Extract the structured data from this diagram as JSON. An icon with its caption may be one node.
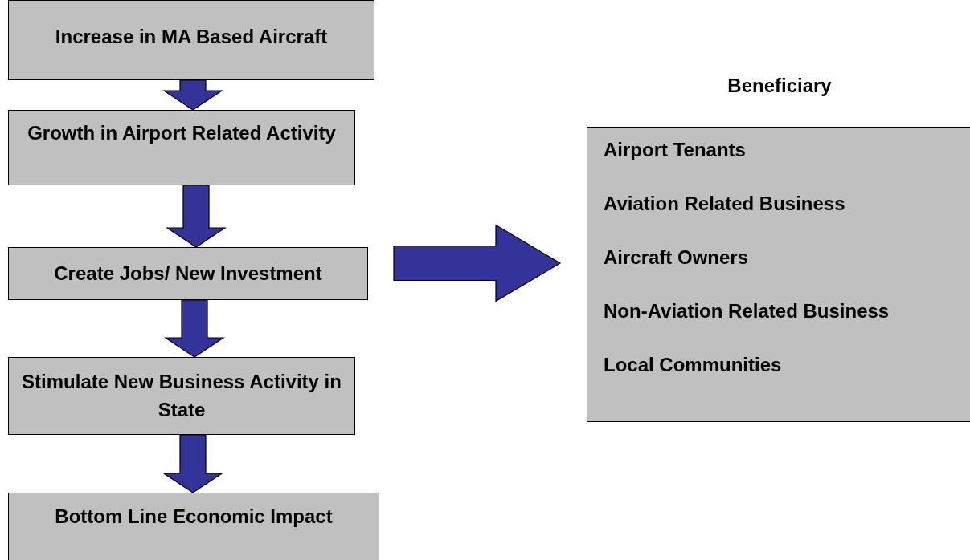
{
  "diagram": {
    "nodes": [
      {
        "text": [
          "Increase in MA Based Aircraft"
        ]
      },
      {
        "text": [
          "Growth in Airport Related Activity"
        ]
      },
      {
        "text": [
          "Create Jobs/ New Investment"
        ]
      },
      {
        "text": [
          "Stimulate New Business Activity in State"
        ]
      },
      {
        "text": [
          "Bottom Line Economic Impact"
        ]
      },
      {
        "text": [
          "Beneficiary",
          "Airport Tenants",
          "Aviation Related Business",
          "Aircraft Owners",
          "Non-Aviation Related Business",
          "Local Communities"
        ]
      }
    ],
    "edges": [
      {
        "from": 0,
        "to": 1,
        "arrow": "to"
      },
      {
        "from": 1,
        "to": 2,
        "arrow": "to"
      },
      {
        "from": 2,
        "to": 3,
        "arrow": "to"
      },
      {
        "from": 3,
        "to": 4,
        "arrow": "to"
      },
      {
        "from": 2,
        "to": 5,
        "arrow": "to"
      }
    ]
  }
}
